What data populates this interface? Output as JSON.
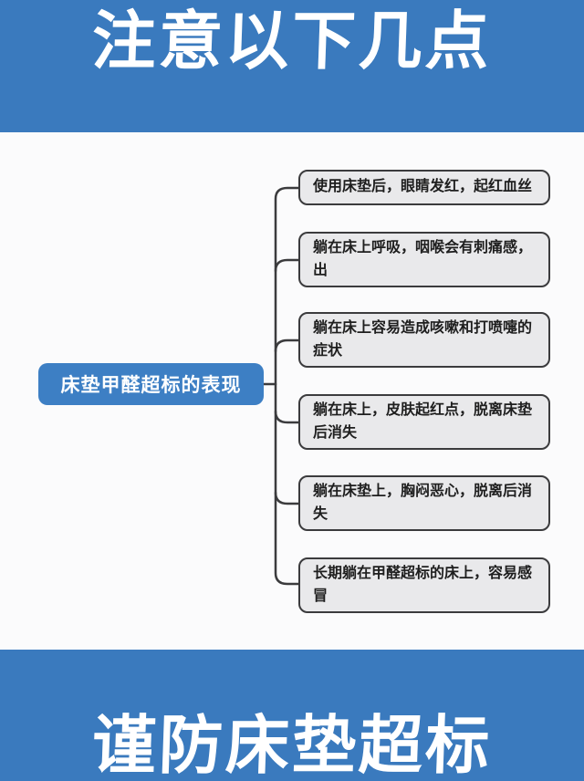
{
  "header": {
    "title": "注意以下几点"
  },
  "diagram": {
    "root": {
      "label": "床垫甲醛超标的表现"
    },
    "branches": [
      {
        "label": "使用床垫后，眼睛发红，起红血丝"
      },
      {
        "label": "躺在床上呼吸，咽喉会有刺痛感，出"
      },
      {
        "label": "躺在床上容易造成咳嗽和打喷嚏的症状"
      },
      {
        "label": "躺在床上，皮肤起红点，脱离床垫后消失"
      },
      {
        "label": "躺在床垫上，胸闷恶心，脱离后消失"
      },
      {
        "label": "长期躺在甲醛超标的床上，容易感冒"
      }
    ]
  },
  "footer": {
    "title": "谨防床垫超标"
  },
  "colors": {
    "banner_blue": "#3a7abe",
    "root_blue": "#3d7fc4",
    "node_bg": "#e9e9eb",
    "node_border": "#3b3b3d",
    "connector": "#3b3b3d"
  }
}
